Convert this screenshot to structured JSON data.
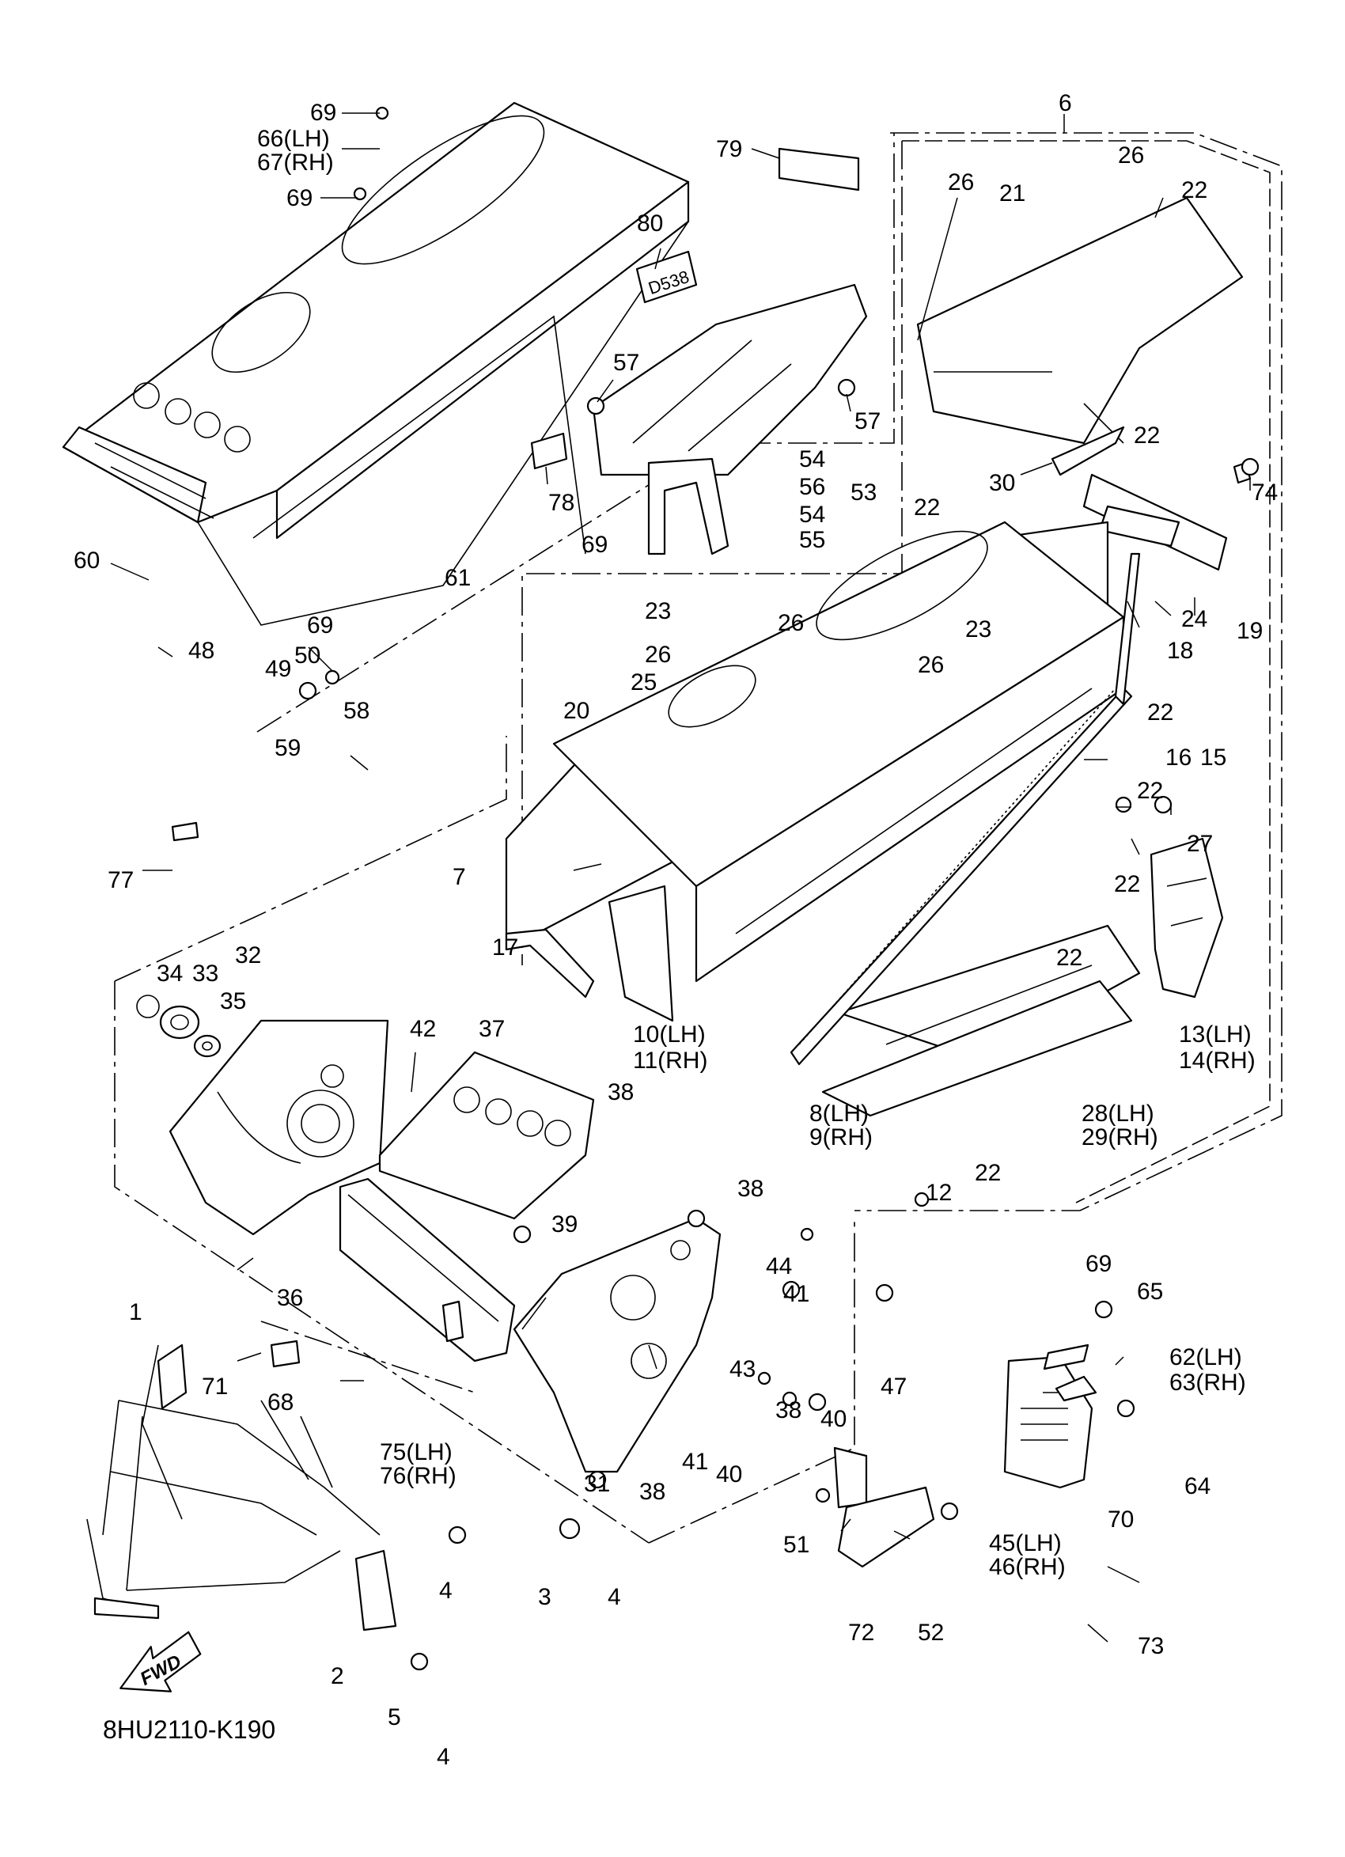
{
  "diagram_code": "8HU2110-K190",
  "fwd_label": "FWD",
  "callouts": [
    {
      "id": "c69a",
      "text": "69"
    },
    {
      "id": "c66",
      "text": "66(LH)"
    },
    {
      "id": "c67",
      "text": "67(RH)"
    },
    {
      "id": "c69b",
      "text": "69"
    },
    {
      "id": "c79",
      "text": "79"
    },
    {
      "id": "c6",
      "text": "6"
    },
    {
      "id": "c26a",
      "text": "26"
    },
    {
      "id": "c26b",
      "text": "26"
    },
    {
      "id": "c22a",
      "text": "22"
    },
    {
      "id": "c21",
      "text": "21"
    },
    {
      "id": "c80",
      "text": "80"
    },
    {
      "id": "c57a",
      "text": "57"
    },
    {
      "id": "c57b",
      "text": "57"
    },
    {
      "id": "c54a",
      "text": "54"
    },
    {
      "id": "c56",
      "text": "56"
    },
    {
      "id": "c53",
      "text": "53"
    },
    {
      "id": "c54b",
      "text": "54"
    },
    {
      "id": "c55",
      "text": "55"
    },
    {
      "id": "c22b",
      "text": "22"
    },
    {
      "id": "c30",
      "text": "30"
    },
    {
      "id": "c74",
      "text": "74"
    },
    {
      "id": "c78",
      "text": "78"
    },
    {
      "id": "c69c",
      "text": "69"
    },
    {
      "id": "c22c",
      "text": "22"
    },
    {
      "id": "c24",
      "text": "24"
    },
    {
      "id": "c19",
      "text": "19"
    },
    {
      "id": "c18",
      "text": "18"
    },
    {
      "id": "c60",
      "text": "60"
    },
    {
      "id": "c61",
      "text": "61"
    },
    {
      "id": "c69d",
      "text": "69"
    },
    {
      "id": "c23a",
      "text": "23"
    },
    {
      "id": "c26c",
      "text": "26"
    },
    {
      "id": "c23b",
      "text": "23"
    },
    {
      "id": "c26d",
      "text": "26"
    },
    {
      "id": "c26e",
      "text": "26"
    },
    {
      "id": "c48",
      "text": "48"
    },
    {
      "id": "c50",
      "text": "50"
    },
    {
      "id": "c49",
      "text": "49"
    },
    {
      "id": "c25",
      "text": "25"
    },
    {
      "id": "c58",
      "text": "58"
    },
    {
      "id": "c20",
      "text": "20"
    },
    {
      "id": "c22d",
      "text": "22"
    },
    {
      "id": "c16",
      "text": "16"
    },
    {
      "id": "c15",
      "text": "15"
    },
    {
      "id": "c22e",
      "text": "22"
    },
    {
      "id": "c59",
      "text": "59"
    },
    {
      "id": "c27",
      "text": "27"
    },
    {
      "id": "c77",
      "text": "77"
    },
    {
      "id": "c7",
      "text": "7"
    },
    {
      "id": "c22f",
      "text": "22"
    },
    {
      "id": "c17",
      "text": "17"
    },
    {
      "id": "c22g",
      "text": "22"
    },
    {
      "id": "c32",
      "text": "32"
    },
    {
      "id": "c34",
      "text": "34"
    },
    {
      "id": "c33",
      "text": "33"
    },
    {
      "id": "c35",
      "text": "35"
    },
    {
      "id": "c10",
      "text": "10(LH)"
    },
    {
      "id": "c11",
      "text": "11(RH)"
    },
    {
      "id": "c13",
      "text": "13(LH)"
    },
    {
      "id": "c14",
      "text": "14(RH)"
    },
    {
      "id": "c42",
      "text": "42"
    },
    {
      "id": "c37",
      "text": "37"
    },
    {
      "id": "c38a",
      "text": "38"
    },
    {
      "id": "c8",
      "text": "8(LH)"
    },
    {
      "id": "c9",
      "text": "9(RH)"
    },
    {
      "id": "c28",
      "text": "28(LH)"
    },
    {
      "id": "c29",
      "text": "29(RH)"
    },
    {
      "id": "c12",
      "text": "12"
    },
    {
      "id": "c22h",
      "text": "22"
    },
    {
      "id": "c38b",
      "text": "38"
    },
    {
      "id": "c39",
      "text": "39"
    },
    {
      "id": "c36",
      "text": "36"
    },
    {
      "id": "c44",
      "text": "44"
    },
    {
      "id": "c41a",
      "text": "41"
    },
    {
      "id": "c69e",
      "text": "69"
    },
    {
      "id": "c65",
      "text": "65"
    },
    {
      "id": "c1",
      "text": "1"
    },
    {
      "id": "c47",
      "text": "47"
    },
    {
      "id": "c62",
      "text": "62(LH)"
    },
    {
      "id": "c63",
      "text": "63(RH)"
    },
    {
      "id": "c71",
      "text": "71"
    },
    {
      "id": "c68",
      "text": "68"
    },
    {
      "id": "c43",
      "text": "43"
    },
    {
      "id": "c38c",
      "text": "38"
    },
    {
      "id": "c40a",
      "text": "40"
    },
    {
      "id": "c75",
      "text": "75(LH)"
    },
    {
      "id": "c76",
      "text": "76(RH)"
    },
    {
      "id": "c41b",
      "text": "41"
    },
    {
      "id": "c40b",
      "text": "40"
    },
    {
      "id": "c64",
      "text": "64"
    },
    {
      "id": "c31",
      "text": "31"
    },
    {
      "id": "c38d",
      "text": "38"
    },
    {
      "id": "c70",
      "text": "70"
    },
    {
      "id": "c45",
      "text": "45(LH)"
    },
    {
      "id": "c46",
      "text": "46(RH)"
    },
    {
      "id": "c51",
      "text": "51"
    },
    {
      "id": "c4a",
      "text": "4"
    },
    {
      "id": "c3",
      "text": "3"
    },
    {
      "id": "c4b",
      "text": "4"
    },
    {
      "id": "c72",
      "text": "72"
    },
    {
      "id": "c52",
      "text": "52"
    },
    {
      "id": "c73",
      "text": "73"
    },
    {
      "id": "c2",
      "text": "2"
    },
    {
      "id": "c5",
      "text": "5"
    },
    {
      "id": "c4c",
      "text": "4"
    }
  ]
}
